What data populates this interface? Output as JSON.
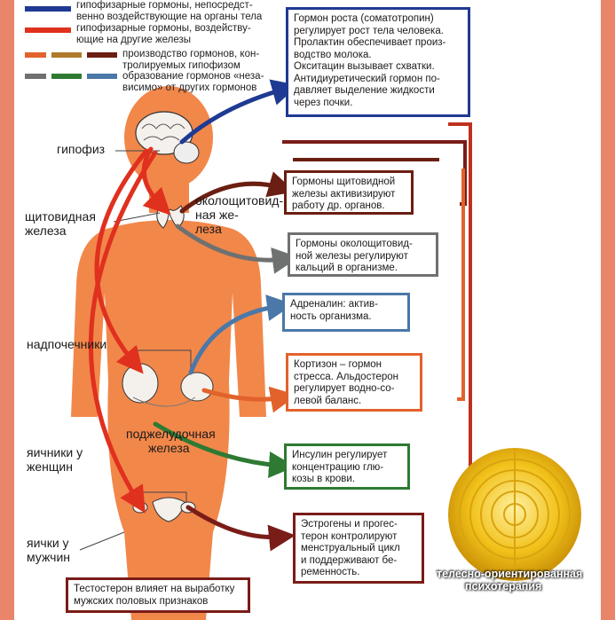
{
  "legend": [
    {
      "label": "гипофизарные гормоны, непосредственно воздействующие на органы тела",
      "lines": [
        "гипофизарные гормоны, непосредст-",
        "венно воздействующие на органы тела"
      ],
      "colors": [
        "#1f3a93"
      ]
    },
    {
      "label": "гипофизарные гормоны, воздействующие на другие железы",
      "lines": [
        "гипофизарные гормоны, воздейству-",
        "ющие на другие железы"
      ],
      "colors": [
        "#e0301e"
      ]
    },
    {
      "label": "производство гормонов, контролируемых гипофизом",
      "lines": [
        "производство гормонов, кон-",
        "тролируемых гипофизом"
      ],
      "colors": [
        "#e2622b",
        "#b07a2a",
        "#6b1e12"
      ]
    },
    {
      "label": "образование гормонов «независимо» от других гормонов",
      "lines": [
        "образование гормонов «неза-",
        "висимо» от других гормонов"
      ],
      "colors": [
        "#6f7170",
        "#2e7a33",
        "#4a78a8"
      ]
    }
  ],
  "organs": {
    "pituitary": "гипофиз",
    "thyroid": [
      "щитовидная",
      "железа"
    ],
    "parathyroid": [
      "околощитовид-",
      "ная же-",
      "леза"
    ],
    "adrenals": "надпочечники",
    "pancreas": [
      "поджелудочная",
      "железа"
    ],
    "ovaries": [
      "яичники у",
      "женщин"
    ],
    "testes": [
      "яички у",
      "мужчин"
    ]
  },
  "boxes": [
    {
      "id": "growth",
      "color": "#1f3a93",
      "lines": [
        "Гормон роста (соматотропин)",
        "регулирует рост тела человека.",
        "Пролактин обеспечивает произ-",
        "водство молока.",
        "Окситацин вызывает схватки.",
        "Антидиуретический гормон по-",
        "давляет выделение жидкости",
        "через почки."
      ]
    },
    {
      "id": "thyroid",
      "color": "#6b1e12",
      "lines": [
        "Гормоны щитовидной",
        "железы активизируют",
        "работу др. органов."
      ]
    },
    {
      "id": "parathyroid",
      "color": "#6f7170",
      "lines": [
        "Гормоны околощитовид-",
        "ной железы регулируют",
        "кальций в организме."
      ]
    },
    {
      "id": "adrenaline",
      "color": "#4a78a8",
      "lines": [
        "Адреналин: актив-",
        "ность организма."
      ]
    },
    {
      "id": "cortisone",
      "color": "#e2622b",
      "lines": [
        "Кортизон – гормон",
        "стресса. Альдостерон",
        "регулирует водно-со-",
        "левой баланс."
      ]
    },
    {
      "id": "insulin",
      "color": "#2e7a33",
      "lines": [
        "Инсулин регулирует",
        "концентрацию глю-",
        "козы в крови."
      ]
    },
    {
      "id": "estrogen",
      "color": "#7a1c18",
      "lines": [
        "Эстрогены и прогес-",
        "терон контролируют",
        "менструальный цикл",
        "и поддерживают бе-",
        "ременность."
      ]
    },
    {
      "id": "testosterone",
      "color": "#7a1c18",
      "lines": [
        "Тестостерон влияет на выработку",
        "мужских половых признаков"
      ]
    }
  ],
  "watermark": [
    "телесно-ориентированная",
    "психотерапия"
  ]
}
